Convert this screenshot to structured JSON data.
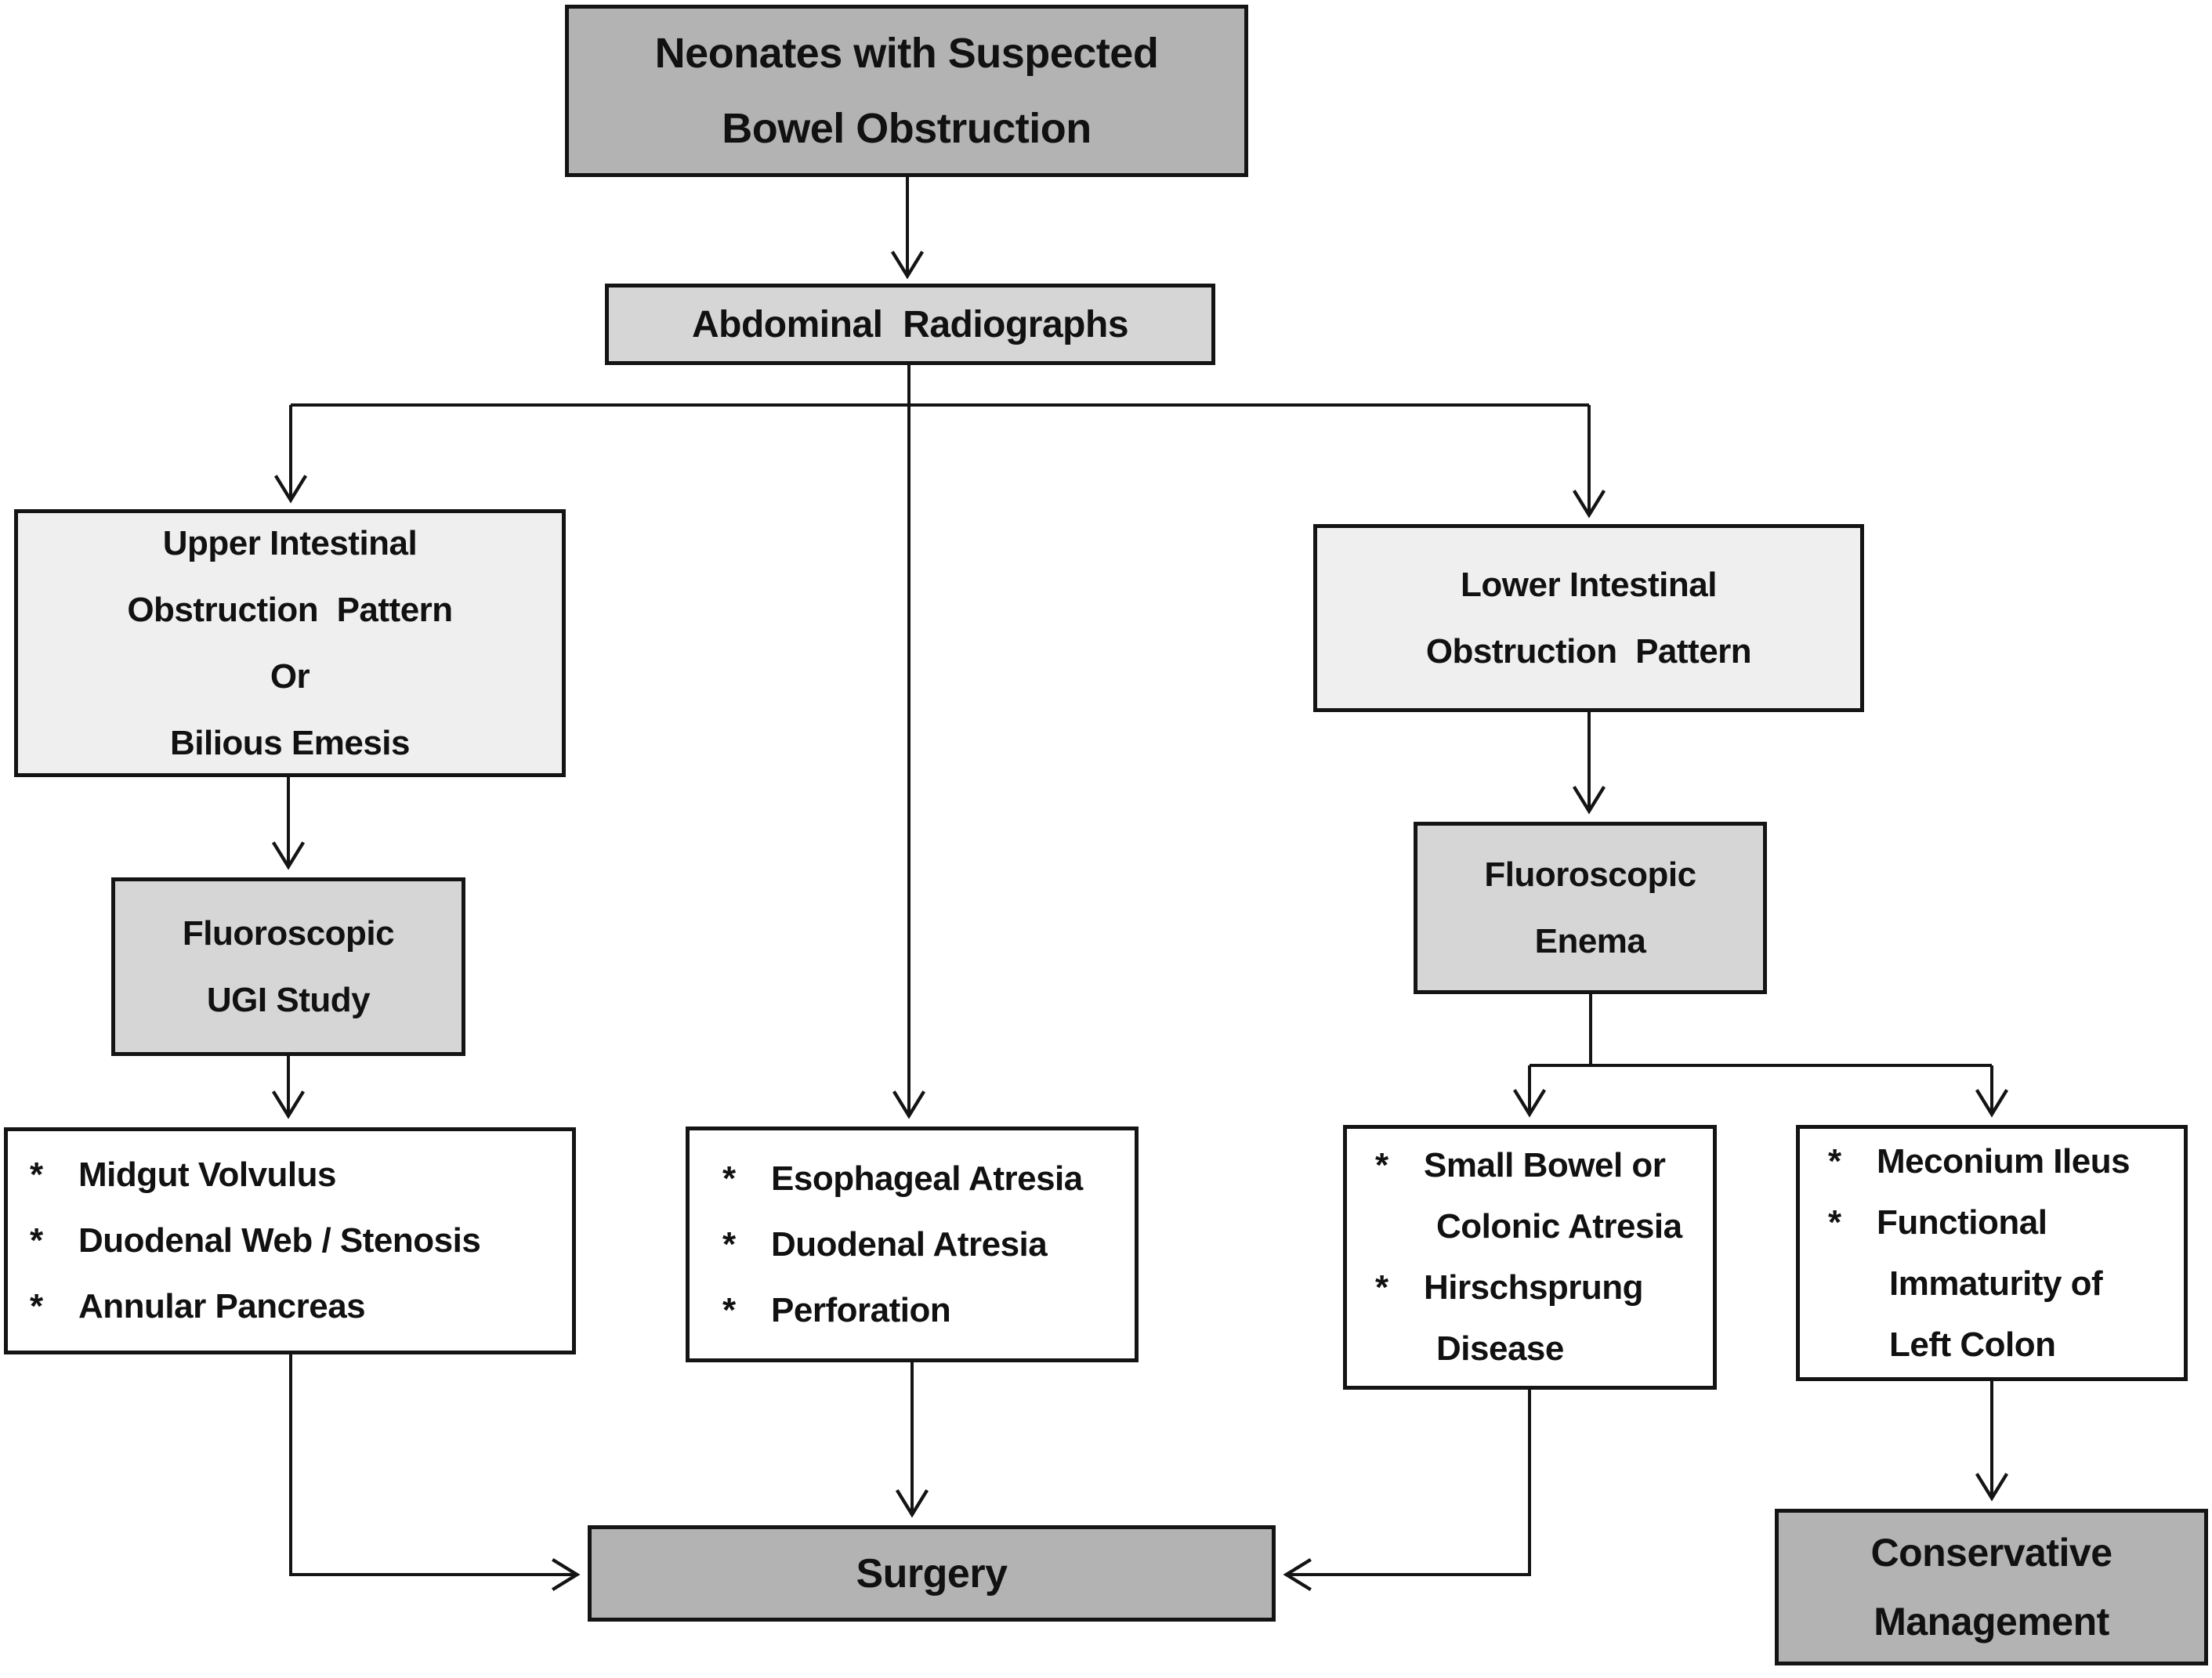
{
  "diagram": {
    "title": "Neonates with Suspected Bowel Obstruction imaging algorithm",
    "bullet": "*",
    "colors": {
      "node_dark": "#b3b3b3",
      "node_mid": "#d6d6d6",
      "node_light": "#efefef",
      "node_white": "#ffffff",
      "line": "#141414"
    },
    "nodes": {
      "start": {
        "lines": [
          "Neonates with Suspected",
          "Bowel Obstruction"
        ]
      },
      "radiographs": {
        "label": "Abdominal  Radiographs"
      },
      "upper_pattern": {
        "lines": [
          "Upper Intestinal",
          "Obstruction  Pattern",
          "Or",
          "Bilious Emesis"
        ]
      },
      "lower_pattern": {
        "lines": [
          "Lower Intestinal",
          "Obstruction  Pattern"
        ]
      },
      "ugi_study": {
        "lines": [
          "Fluoroscopic",
          "UGI Study"
        ]
      },
      "enema": {
        "lines": [
          "Fluoroscopic",
          "Enema"
        ]
      },
      "ugi_findings": {
        "items": [
          [
            "Midgut Volvulus"
          ],
          [
            "Duodenal Web / Stenosis"
          ],
          [
            "Annular Pancreas"
          ]
        ]
      },
      "radiograph_findings": {
        "items": [
          [
            "Esophageal Atresia"
          ],
          [
            "Duodenal Atresia"
          ],
          [
            "Perforation"
          ]
        ]
      },
      "enema_findings_surgical": {
        "items": [
          [
            "Small Bowel or",
            "Colonic Atresia"
          ],
          [
            "Hirschsprung",
            "Disease"
          ]
        ]
      },
      "enema_findings_conservative": {
        "items": [
          [
            "Meconium Ileus"
          ],
          [
            "Functional",
            "Immaturity of",
            "Left Colon"
          ]
        ]
      },
      "surgery": {
        "label": "Surgery"
      },
      "conservative": {
        "lines": [
          "Conservative",
          "Management"
        ]
      }
    },
    "edges": [
      {
        "from": "start",
        "to": "radiographs"
      },
      {
        "from": "radiographs",
        "to": "upper_pattern"
      },
      {
        "from": "radiographs",
        "to": "radiograph_findings"
      },
      {
        "from": "radiographs",
        "to": "lower_pattern"
      },
      {
        "from": "upper_pattern",
        "to": "ugi_study"
      },
      {
        "from": "ugi_study",
        "to": "ugi_findings"
      },
      {
        "from": "lower_pattern",
        "to": "enema"
      },
      {
        "from": "enema",
        "to": "enema_findings_surgical"
      },
      {
        "from": "enema",
        "to": "enema_findings_conservative"
      },
      {
        "from": "ugi_findings",
        "to": "surgery"
      },
      {
        "from": "radiograph_findings",
        "to": "surgery"
      },
      {
        "from": "enema_findings_surgical",
        "to": "surgery"
      },
      {
        "from": "enema_findings_conservative",
        "to": "conservative"
      }
    ]
  }
}
